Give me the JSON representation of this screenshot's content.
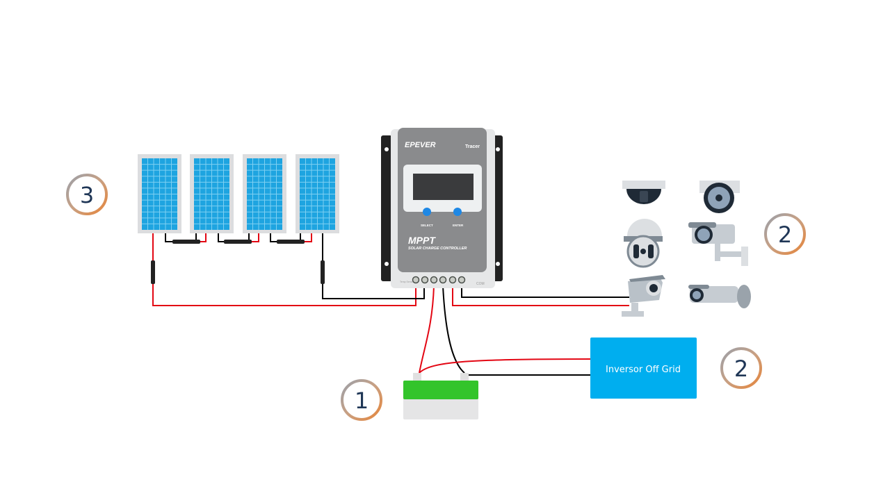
{
  "controller": {
    "brand": "EPEVER",
    "model": "Tracer",
    "type": "MPPT",
    "subtitle": "SOLAR CHARGE CONTROLLER",
    "button_select": "SELECT",
    "button_enter": "ENTER",
    "temp_sensor": "Temp Sensor",
    "com": "COM"
  },
  "inverter": {
    "label": "Inversor Off Grid",
    "color": "#00AEEF"
  },
  "badges": {
    "panels": "3",
    "cameras": "2",
    "inverter": "2",
    "battery": "1"
  },
  "colors": {
    "positive_wire": "#e30613",
    "negative_wire": "#000000",
    "battery_top": "#33c42b",
    "badge_ring_start": "#9aa0aa",
    "badge_ring_end": "#e6853a"
  },
  "solar_panels": {
    "count": 4
  },
  "cameras": [
    "dome-camera",
    "dome-ir-camera",
    "ptz-dome-camera",
    "bullet-camera-bracket",
    "box-camera",
    "bullet-camera"
  ]
}
